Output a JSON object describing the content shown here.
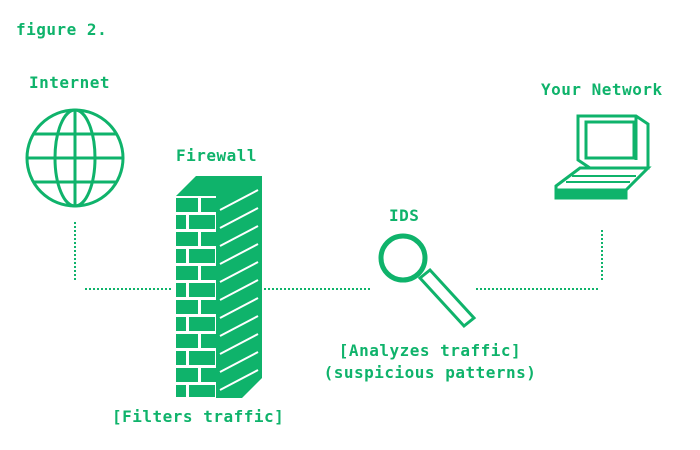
{
  "figure_title": "figure 2.",
  "nodes": {
    "internet": {
      "label": "Internet",
      "icon": "globe-icon"
    },
    "firewall": {
      "label": "Firewall",
      "icon": "brick-wall-icon",
      "caption": "[Filters traffic]"
    },
    "ids": {
      "label": "IDS",
      "icon": "magnifying-glass-icon",
      "caption_line1": "[Analyzes traffic]",
      "caption_line2": "(suspicious patterns)"
    },
    "network": {
      "label": "Your Network",
      "icon": "laptop-icon"
    }
  },
  "colors": {
    "accent": "#0fb36b",
    "background": "#ffffff"
  }
}
